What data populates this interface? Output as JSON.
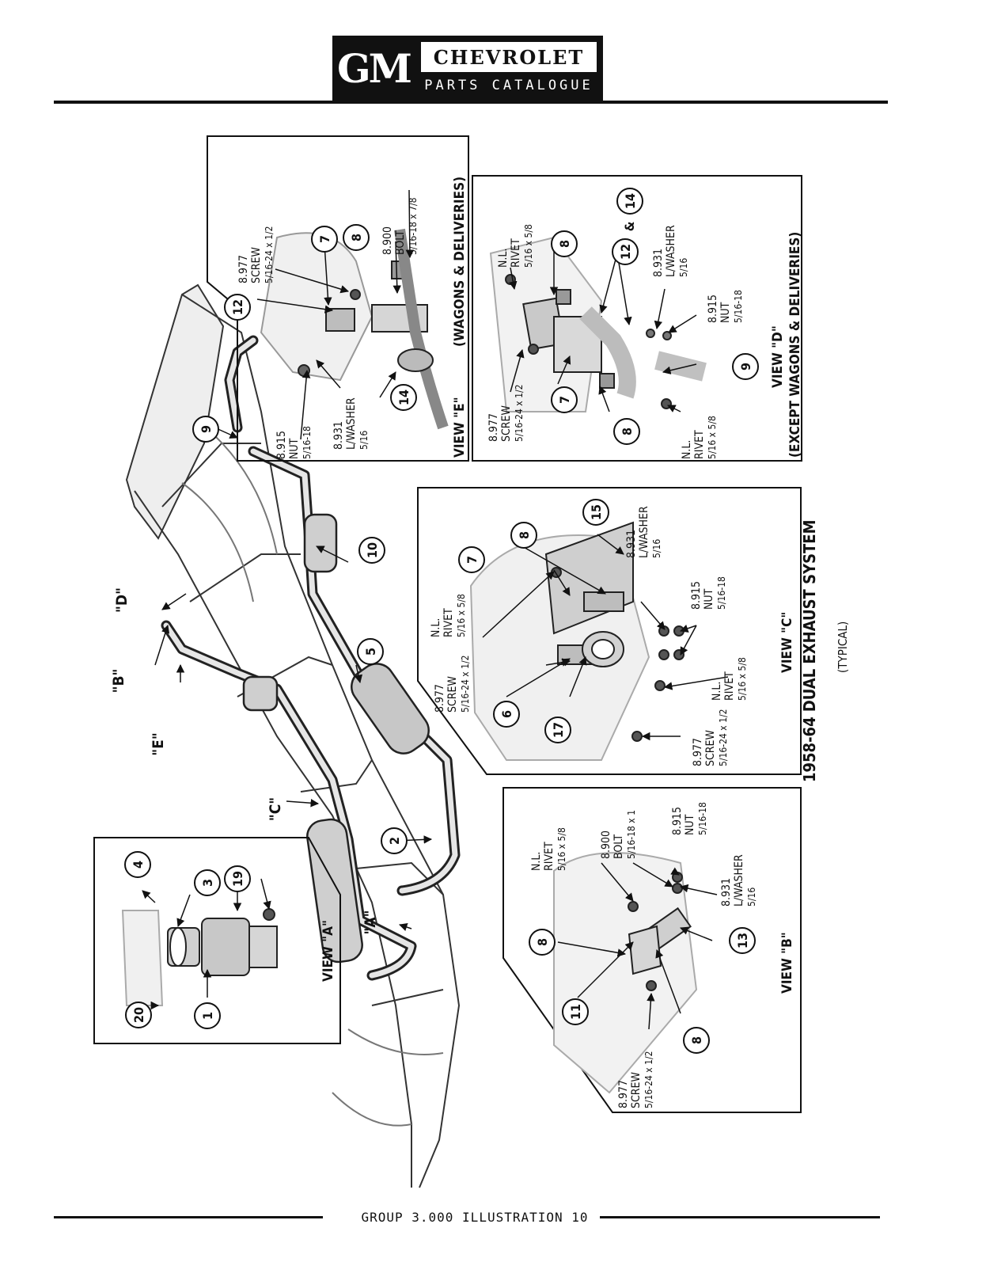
{
  "header": {
    "logo": "GM",
    "brand": "CHEVROLET",
    "subtitle": "PARTS CATALOGUE"
  },
  "title": {
    "main": "1958-64 DUAL EXHAUST SYSTEM",
    "sub": "(TYPICAL)"
  },
  "footer": {
    "text": "GROUP 3.000 ILLUSTRATION 10"
  },
  "view_markers": {
    "a": "\"A\"",
    "b": "\"B\"",
    "c": "\"C\"",
    "d": "\"D\"",
    "e": "\"E\""
  },
  "callouts": {
    "n1": "1",
    "n2": "2",
    "n3": "3",
    "n4": "4",
    "n5": "5",
    "n6": "6",
    "n7": "7",
    "n8": "8",
    "n9": "9",
    "n10": "10",
    "n11": "11",
    "n12": "12",
    "n13": "13",
    "n14": "14",
    "n15": "15",
    "n17": "17",
    "n19": "19",
    "n20": "20",
    "amp": "&"
  },
  "views": {
    "a": {
      "title": "VIEW \"A\""
    },
    "b": {
      "title": "VIEW \"B\"",
      "rivet": [
        "N.L.",
        "RIVET",
        "5/16 x 5/8"
      ],
      "bolt": [
        "8.900",
        "BOLT",
        "5/16-18 x 1"
      ],
      "nut": [
        "8.915",
        "NUT",
        "5/16-18"
      ],
      "washer": [
        "8.931",
        "L/WASHER",
        "5/16"
      ],
      "screw": [
        "8.977",
        "SCREW",
        "5/16-24 x 1/2"
      ]
    },
    "c": {
      "title": "VIEW \"C\"",
      "rivet_upper": [
        "N.L.",
        "RIVET",
        "5/16 x 5/8"
      ],
      "washer": [
        "8.931",
        "L/WASHER",
        "5/16"
      ],
      "nut": [
        "8.915",
        "NUT",
        "5/16-18"
      ],
      "screw_upper": [
        "8.977",
        "SCREW",
        "5/16-24 x 1/2"
      ],
      "rivet_lower": [
        "N.L.",
        "RIVET",
        "5/16 x 5/8"
      ],
      "screw_lower": [
        "8.977",
        "SCREW",
        "5/16-24 x 1/2"
      ]
    },
    "d": {
      "title": "VIEW \"D\"",
      "subtitle": "(EXCEPT WAGONS & DELIVERIES)",
      "rivet_upper": [
        "N.L.",
        "RIVET",
        "5/16 x 5/8"
      ],
      "washer": [
        "8.931",
        "L/WASHER",
        "5/16"
      ],
      "nut": [
        "8.915",
        "NUT",
        "5/16-18"
      ],
      "screw": [
        "8.977",
        "SCREW",
        "5/16-24 x 1/2"
      ],
      "rivet_lower": [
        "N.L.",
        "RIVET",
        "5/16 x 5/8"
      ]
    },
    "e": {
      "title": "VIEW \"E\"",
      "subtitle": "(WAGONS & DELIVERIES)",
      "screw": [
        "8.977",
        "SCREW",
        "5/16-24 x 1/2"
      ],
      "bolt": [
        "8.900",
        "BOLT",
        "5/16-18 x 7/8"
      ],
      "nut": [
        "8.915",
        "NUT",
        "5/16-18"
      ],
      "washer": [
        "8.931",
        "L/WASHER",
        "5/16"
      ]
    }
  }
}
